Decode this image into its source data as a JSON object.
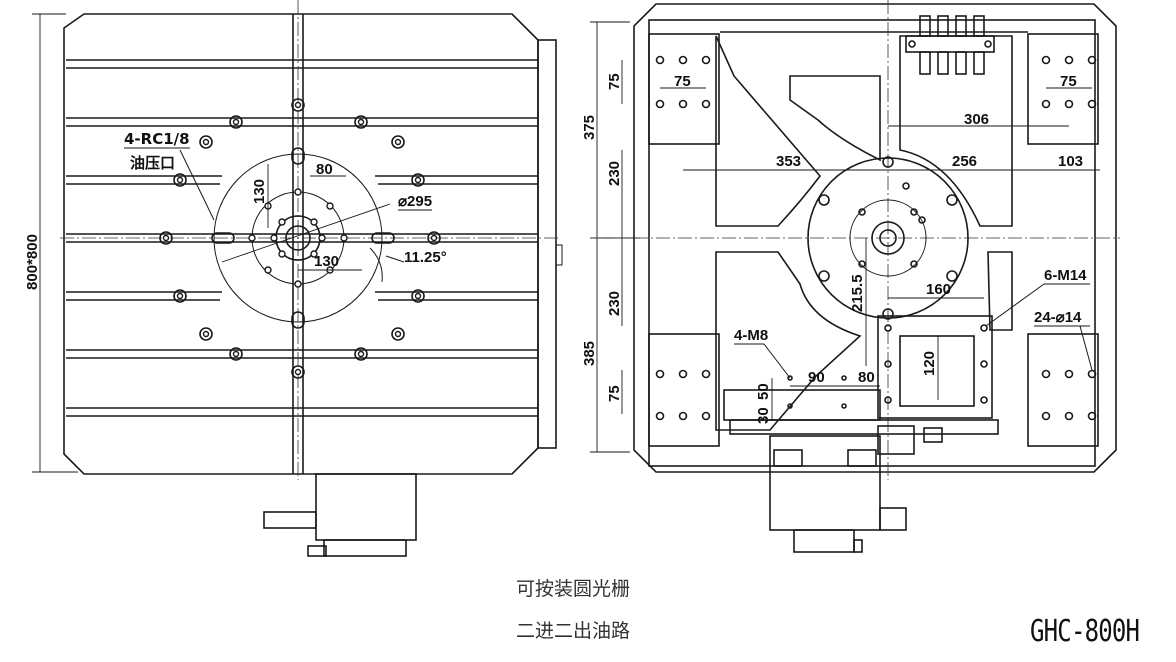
{
  "left_view": {
    "overall_dim": "800*800",
    "port_label_code": "4-RC1/8",
    "port_label_name": "油压口",
    "dims": {
      "d80": "80",
      "d130v": "130",
      "d295": "⌀295",
      "d130h": "130",
      "angle": "11.25°"
    }
  },
  "right_view": {
    "dims": {
      "d75a": "75",
      "d75b": "75",
      "d75c": "75",
      "d75d": "75",
      "d375": "375",
      "d230a": "230",
      "d230b": "230",
      "d385": "385",
      "d306": "306",
      "d353": "353",
      "d256": "256",
      "d103": "103",
      "d2155": "215.5",
      "d160": "160",
      "d120": "120",
      "d90": "90",
      "d80": "80",
      "d30": "30",
      "d50": "50"
    },
    "labels": {
      "m14": "6-M14",
      "phi14": "24-⌀14",
      "m8": "4-M8"
    }
  },
  "captions": {
    "line1": "可按装圆光栅",
    "line2": "二进二出油路"
  },
  "model": "GHC-800H"
}
